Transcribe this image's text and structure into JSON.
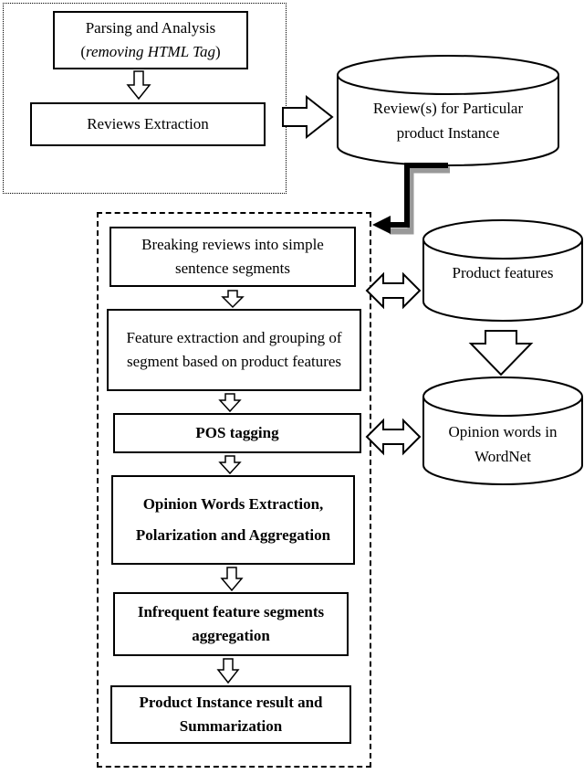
{
  "diagram": {
    "group_crawl": {
      "parsing": {
        "line1": "Parsing and Analysis",
        "line2_prefix": "(",
        "line2_italic": "removing HTML Tag",
        "line2_suffix": ")"
      },
      "extraction": "Reviews Extraction"
    },
    "review_db": {
      "line1": "Review(s) for Particular",
      "line2": "product Instance"
    },
    "pipeline": [
      {
        "line1": "Breaking reviews into simple",
        "line2": "sentence segments",
        "bold": false
      },
      {
        "line1": "Feature extraction and grouping of",
        "line2": "segment based on product features",
        "bold": false
      },
      {
        "line1": "POS tagging",
        "line2": "",
        "bold": true
      },
      {
        "line1": "Opinion Words Extraction,",
        "line2": "Polarization and Aggregation",
        "bold": true
      },
      {
        "line1": "Infrequent feature segments",
        "line2": "aggregation",
        "bold": true
      },
      {
        "line1": "Product Instance result and",
        "line2": "Summarization",
        "bold": true
      }
    ],
    "features_db": {
      "line1": "Product features"
    },
    "wordnet_db": {
      "line1": "Opinion words in",
      "line2": "WordNet"
    }
  }
}
